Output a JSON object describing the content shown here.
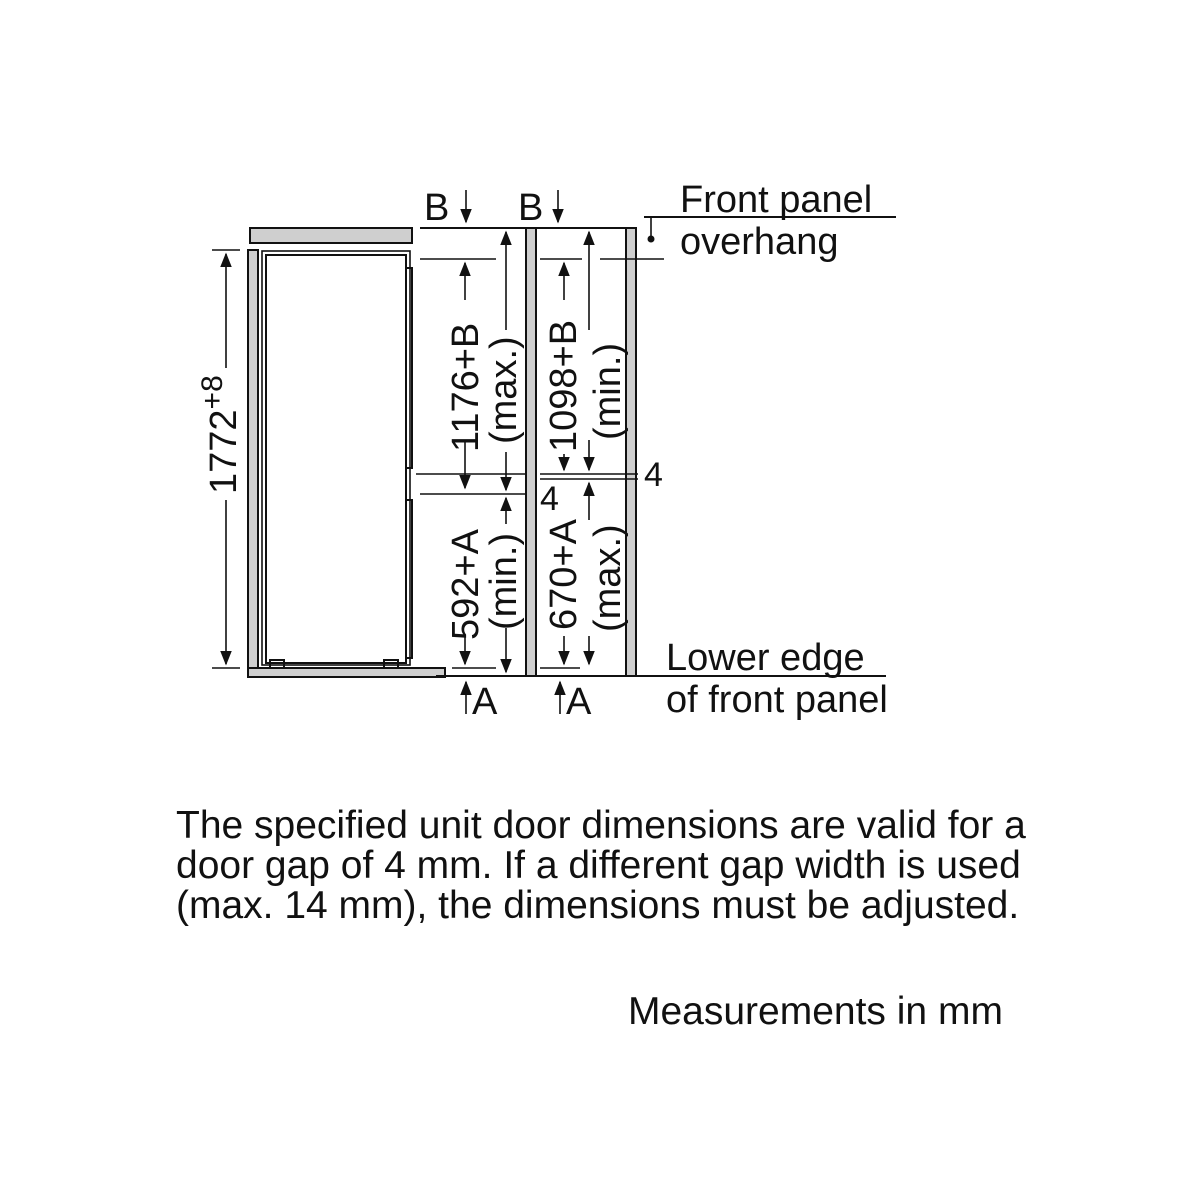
{
  "labels": {
    "b_top_left": "B",
    "b_top_right": "B",
    "a_bottom_left": "A",
    "a_bottom_right": "A",
    "front_panel_overhang_line1": "Front panel",
    "front_panel_overhang_line2": "overhang",
    "lower_edge_line1": "Lower edge",
    "lower_edge_line2": "of front panel",
    "height_base": "1772",
    "height_tol": "+8",
    "dim_1176": "1176+B",
    "dim_max_upper": "(max.)",
    "dim_1098": "1098+B",
    "dim_min_upper": "(min.)",
    "dim_592": "592+A",
    "dim_min_lower": "(min.)",
    "dim_670": "670+A",
    "dim_max_lower": "(max.)",
    "gap_mid": "4",
    "gap_right": "4"
  },
  "note": {
    "text": "The specified unit door dimensions are valid for a door gap of 4 mm. If a different gap width is used (max. 14 mm), the dimensions must be adjusted."
  },
  "units": {
    "text": "Measurements in mm"
  },
  "colors": {
    "line": "#111111",
    "panel_fill": "#cfcfcf",
    "background": "#ffffff"
  }
}
